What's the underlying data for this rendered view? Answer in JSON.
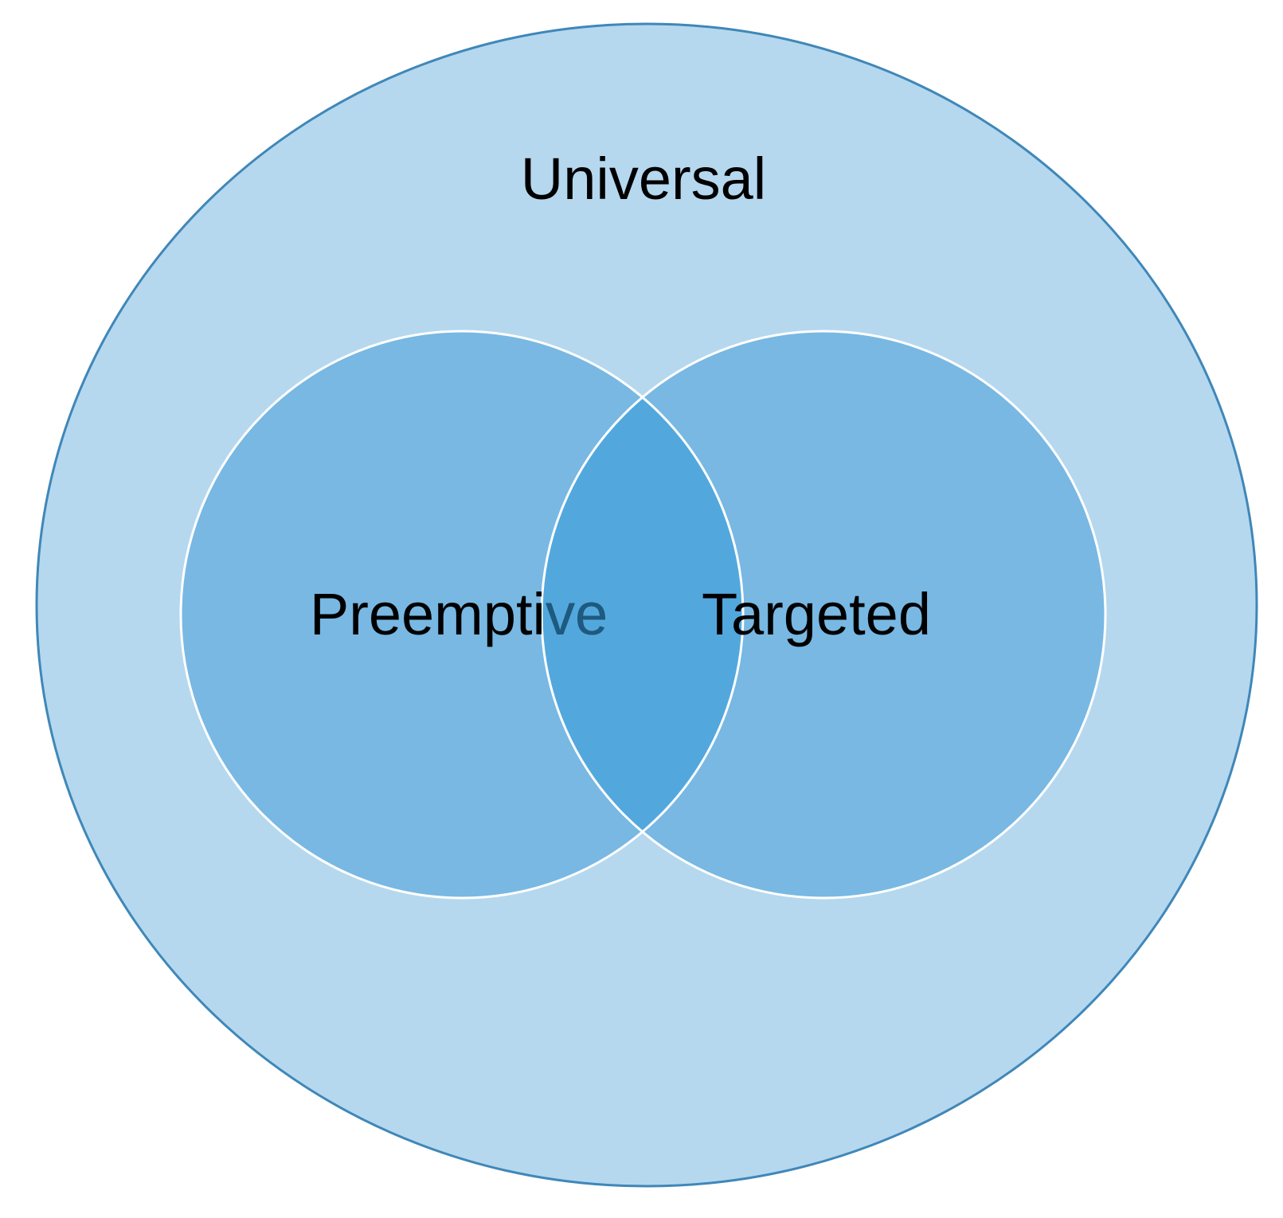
{
  "diagram": {
    "outer_label": "Universal",
    "left_label": "Preemptive",
    "right_label": "Targeted"
  },
  "colors": {
    "outer_fill": "#b5d8ef",
    "outer_stroke": "#3f87b8",
    "inner_fill": "#78b8e3",
    "overlap_fill": "#52a8dd",
    "inner_stroke": "#ffffff",
    "text": "#000000"
  }
}
